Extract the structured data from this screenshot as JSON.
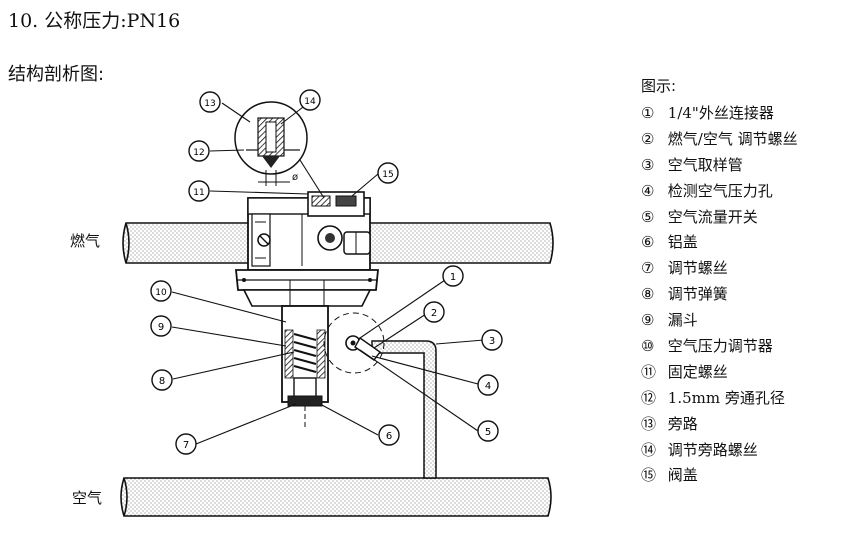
{
  "heading": {
    "title": "10. 公称压力:PN16",
    "subtitle": "结构剖析图:"
  },
  "labels": {
    "gas": "燃气",
    "air": "空气",
    "diameter_symbol": "ø"
  },
  "legend": {
    "title": "图示:",
    "items": [
      {
        "num": "①",
        "text": "1/4\"外丝连接器"
      },
      {
        "num": "②",
        "text": "燃气/空气 调节螺丝"
      },
      {
        "num": "③",
        "text": "空气取样管"
      },
      {
        "num": "④",
        "text": "检测空气压力孔"
      },
      {
        "num": "⑤",
        "text": "空气流量开关"
      },
      {
        "num": "⑥",
        "text": "铝盖"
      },
      {
        "num": "⑦",
        "text": "调节螺丝"
      },
      {
        "num": "⑧",
        "text": "调节弹簧"
      },
      {
        "num": "⑨",
        "text": "漏斗"
      },
      {
        "num": "⑩",
        "text": "空气压力调节器"
      },
      {
        "num": "⑪",
        "text": "固定螺丝"
      },
      {
        "num": "⑫",
        "text": "1.5mm 旁通孔径"
      },
      {
        "num": "⑬",
        "text": "旁路"
      },
      {
        "num": "⑭",
        "text": "调节旁路螺丝"
      },
      {
        "num": "⑮",
        "text": "阀盖"
      }
    ]
  },
  "callouts": [
    "1",
    "2",
    "3",
    "4",
    "5",
    "6",
    "7",
    "8",
    "9",
    "10",
    "11",
    "12",
    "13",
    "14",
    "15"
  ]
}
